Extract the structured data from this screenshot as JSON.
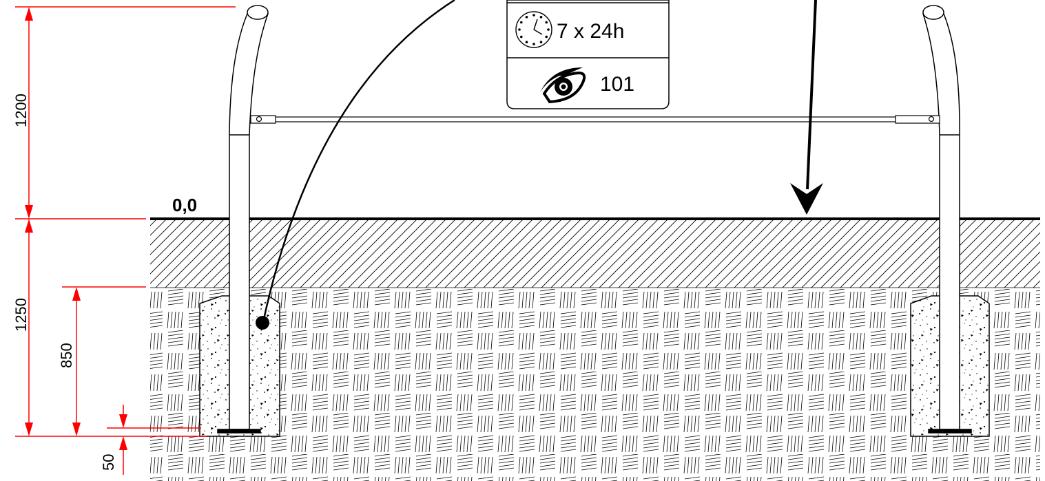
{
  "colors": {
    "dimension": "#ff0000",
    "line": "#000000",
    "background": "#ffffff"
  },
  "level_marker": "0,0",
  "sign": {
    "hours_text": "7 x 24h",
    "hours_icon": "clock-icon",
    "view_text": "101",
    "view_icon": "eye-icon"
  },
  "dimensions": {
    "above_ground": "1200",
    "below_ground": "1250",
    "foundation": "850",
    "base": "50"
  }
}
